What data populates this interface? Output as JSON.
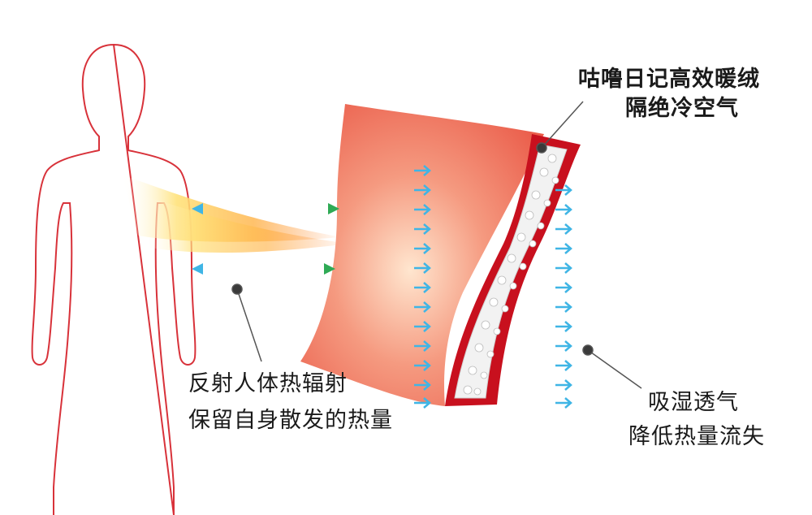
{
  "labels": {
    "top_line1": "咕噜日记高效暖绒",
    "top_line2": "隔绝冷空气",
    "left_line1": "反射人体热辐射",
    "left_line2": "保留自身散发的热量",
    "right_line1": "吸湿透气",
    "right_line2": "降低热量流失"
  },
  "colors": {
    "body_outline": "#d8323a",
    "fabric": "#ef6d5c",
    "fabric_edge": "#c8101e",
    "arrow_blue": "#3fb5e5",
    "arrow_green": "#2faa55",
    "pointer": "#555555",
    "heat_glow": "#ffd03a"
  }
}
